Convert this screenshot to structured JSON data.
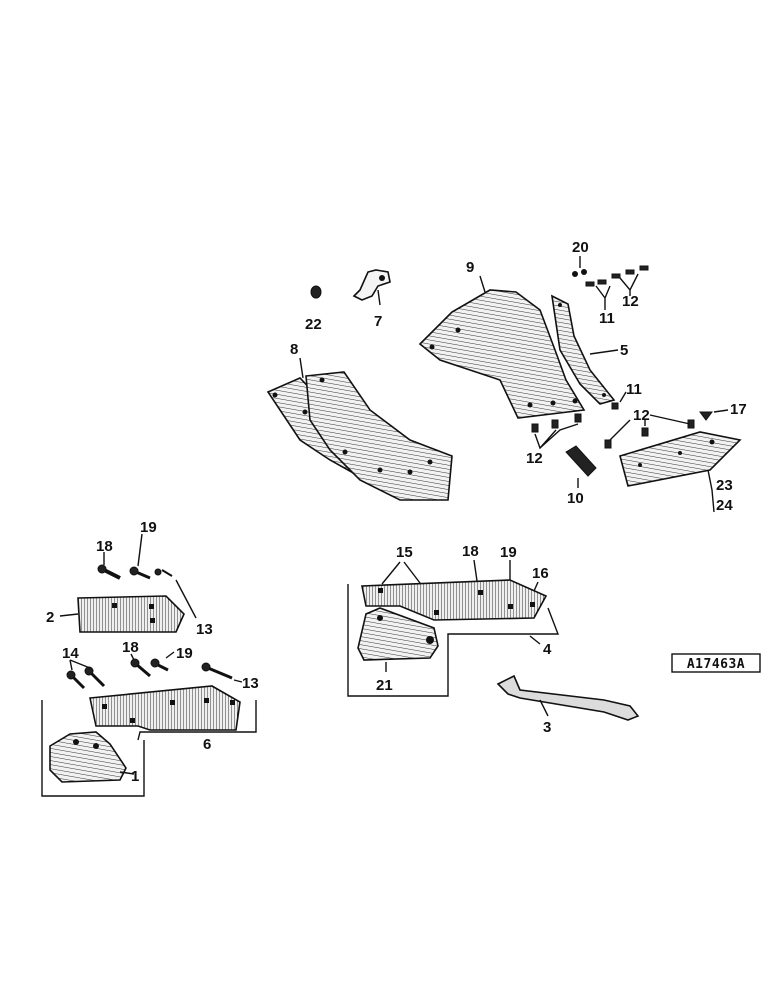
{
  "diagram": {
    "reference_code": "A17463A",
    "callouts": {
      "c1": "1",
      "c2": "2",
      "c3": "3",
      "c4": "4",
      "c5": "5",
      "c6": "6",
      "c7": "7",
      "c8": "8",
      "c9": "9",
      "c10": "10",
      "c11a": "11",
      "c11b": "11",
      "c12a": "12",
      "c12b": "12",
      "c12c": "12",
      "c13a": "13",
      "c13b": "13",
      "c14": "14",
      "c15": "15",
      "c16": "16",
      "c17": "17",
      "c18a": "18",
      "c18b": "18",
      "c18c": "18",
      "c19a": "19",
      "c19b": "19",
      "c19c": "19",
      "c20": "20",
      "c21": "21",
      "c22": "22",
      "c23": "23",
      "c24": "24"
    },
    "colors": {
      "ink": "#111111",
      "paper": "#ffffff"
    }
  }
}
